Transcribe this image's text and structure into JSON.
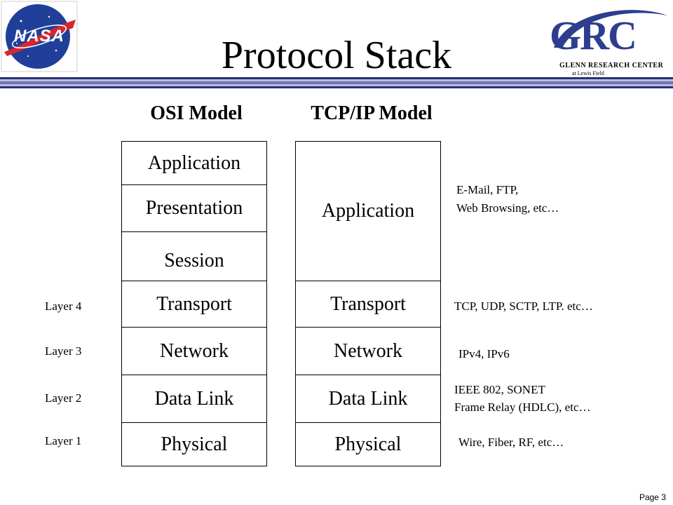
{
  "header": {
    "title": "Protocol Stack",
    "nasa_logo_text": "NASA",
    "grc_logo": {
      "letters": "GRC",
      "line1": "GLENN RESEARCH CENTER",
      "line2": "at Lewis Field"
    }
  },
  "osi": {
    "heading": "OSI Model",
    "layers": [
      "Application",
      "Presentation",
      "Session",
      "Transport",
      "Network",
      "Data Link",
      "Physical"
    ]
  },
  "tcpip": {
    "heading": "TCP/IP  Model",
    "layers": [
      "Application",
      "Transport",
      "Network",
      "Data Link",
      "Physical"
    ]
  },
  "layer_numbers": [
    "Layer 4",
    "Layer 3",
    "Layer 2",
    "Layer 1"
  ],
  "notes": {
    "application": [
      "E-Mail, FTP,",
      "Web Browsing, etc…"
    ],
    "transport": "TCP, UDP, SCTP, LTP. etc…",
    "network": "IPv4, IPv6",
    "datalink": [
      "IEEE 802, SONET",
      "Frame Relay (HDLC), etc…"
    ],
    "physical": "Wire, Fiber, RF, etc…"
  },
  "footer": {
    "page": "Page 3"
  },
  "colors": {
    "stripe_dark": "#2b2f7a",
    "stripe_mid": "#6f74b8",
    "stripe_light": "#b9bce0",
    "nasa_blue": "#1f3f99",
    "grc_blue": "#2d3e8f"
  }
}
